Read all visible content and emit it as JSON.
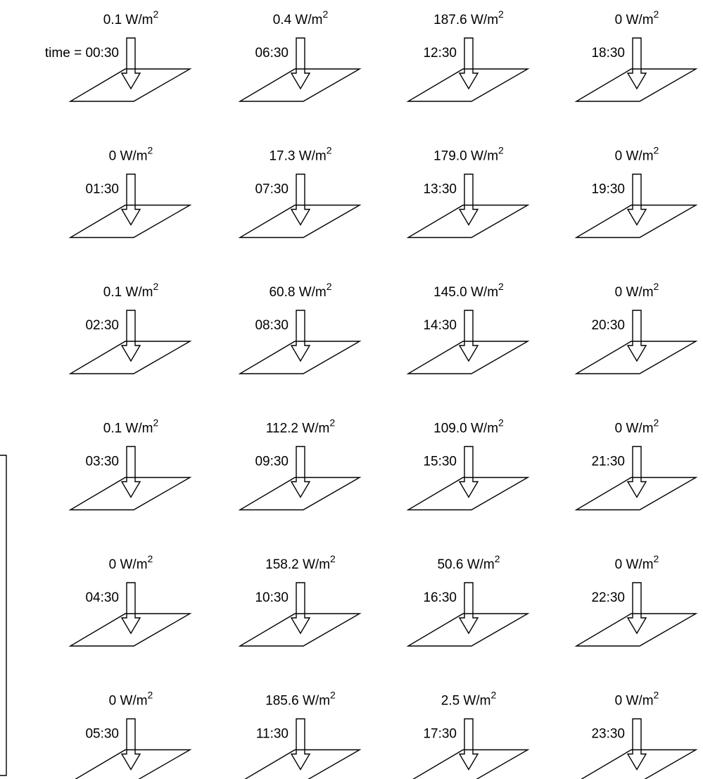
{
  "time_prefix": "time = ",
  "unit_base": "W/m",
  "unit_exponent": "2",
  "columns": [
    {
      "cells": [
        {
          "time": "00:30",
          "value": "0.1"
        },
        {
          "time": "01:30",
          "value": "0"
        },
        {
          "time": "02:30",
          "value": "0.1"
        },
        {
          "time": "03:30",
          "value": "0.1"
        },
        {
          "time": "04:30",
          "value": "0"
        },
        {
          "time": "05:30",
          "value": "0"
        }
      ]
    },
    {
      "cells": [
        {
          "time": "06:30",
          "value": "0.4"
        },
        {
          "time": "07:30",
          "value": "17.3"
        },
        {
          "time": "08:30",
          "value": "60.8"
        },
        {
          "time": "09:30",
          "value": "112.2"
        },
        {
          "time": "10:30",
          "value": "158.2"
        },
        {
          "time": "11:30",
          "value": "185.6"
        }
      ]
    },
    {
      "cells": [
        {
          "time": "12:30",
          "value": "187.6"
        },
        {
          "time": "13:30",
          "value": "179.0"
        },
        {
          "time": "14:30",
          "value": "145.0"
        },
        {
          "time": "15:30",
          "value": "109.0"
        },
        {
          "time": "16:30",
          "value": "50.6"
        },
        {
          "time": "17:30",
          "value": "2.5"
        }
      ]
    },
    {
      "cells": [
        {
          "time": "18:30",
          "value": "0"
        },
        {
          "time": "19:30",
          "value": "0"
        },
        {
          "time": "20:30",
          "value": "0"
        },
        {
          "time": "21:30",
          "value": "0"
        },
        {
          "time": "22:30",
          "value": "0"
        },
        {
          "time": "23:30",
          "value": "0"
        }
      ]
    }
  ]
}
